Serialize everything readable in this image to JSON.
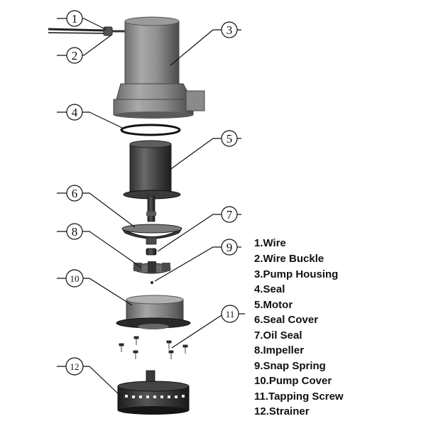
{
  "callouts": [
    {
      "number": "1"
    },
    {
      "number": "2"
    },
    {
      "number": "3"
    },
    {
      "number": "4"
    },
    {
      "number": "5"
    },
    {
      "number": "6"
    },
    {
      "number": "7"
    },
    {
      "number": "8"
    },
    {
      "number": "9"
    },
    {
      "number": "10"
    },
    {
      "number": "11"
    },
    {
      "number": "12"
    }
  ],
  "legend": [
    "1.Wire",
    "2.Wire Buckle",
    "3.Pump Housing",
    "4.Seal",
    "5.Motor",
    "6.Seal Cover",
    "7.Oil Seal",
    "8.Impeller",
    "9.Snap Spring",
    "10.Pump Cover",
    "11.Tapping Screw",
    "12.Strainer"
  ],
  "colors": {
    "ink": "#111111",
    "part_dark": "#3a3a3a",
    "part_mid": "#7a7a7a",
    "part_light": "#b8b8b8"
  }
}
